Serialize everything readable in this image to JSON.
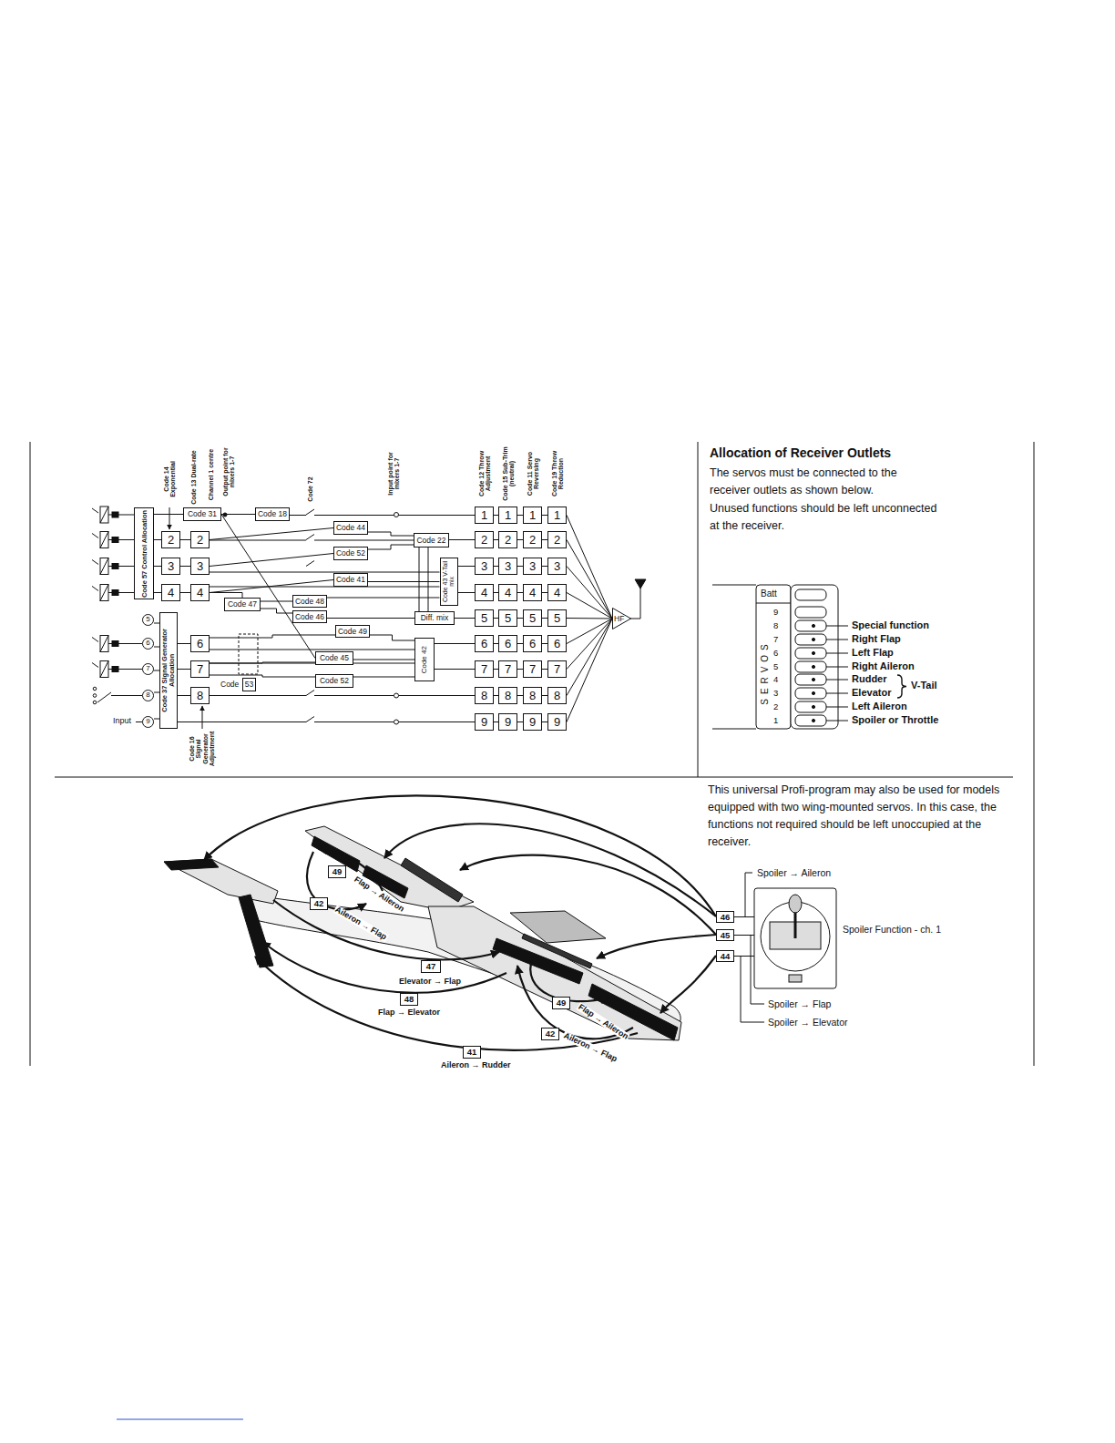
{
  "diagram": {
    "nodes": [
      {
        "text": [
          "Code 57 Control Allocation"
        ]
      },
      {
        "text": [
          "2"
        ]
      },
      {
        "text": [
          "3"
        ]
      },
      {
        "text": [
          "4"
        ]
      },
      {
        "text": [
          "Code 31"
        ]
      },
      {
        "text": [
          "2"
        ]
      },
      {
        "text": [
          "3"
        ]
      },
      {
        "text": [
          "4"
        ]
      },
      {
        "text": [
          "Code 37 Signal Generator Allocation"
        ]
      },
      {
        "text": [
          "6"
        ]
      },
      {
        "text": [
          "7"
        ]
      },
      {
        "text": [
          "8"
        ]
      },
      {
        "text": [
          "5"
        ]
      },
      {
        "text": [
          "6"
        ]
      },
      {
        "text": [
          "7"
        ]
      },
      {
        "text": [
          "8"
        ]
      },
      {
        "text": [
          "9"
        ]
      },
      {
        "text": [
          "Code 18"
        ]
      },
      {
        "text": [
          "Code 44"
        ]
      },
      {
        "text": [
          "Code 52"
        ]
      },
      {
        "text": [
          "Code 41"
        ]
      },
      {
        "text": [
          "Code 47"
        ]
      },
      {
        "text": [
          "Code 48"
        ]
      },
      {
        "text": [
          "Code 46"
        ]
      },
      {
        "text": [
          "Code 49"
        ]
      },
      {
        "text": [
          "Code 45"
        ]
      },
      {
        "text": [
          "Code 52"
        ]
      },
      {
        "text": [
          "53"
        ]
      },
      {
        "text": [
          "Code 22"
        ]
      },
      {
        "text": [
          "Code 43 V-Tail mix"
        ]
      },
      {
        "text": [
          "Diff. mix"
        ]
      },
      {
        "text": [
          "Code 42"
        ]
      },
      {
        "text": [
          "1"
        ]
      },
      {
        "text": [
          "2"
        ]
      },
      {
        "text": [
          "3"
        ]
      },
      {
        "text": [
          "4"
        ]
      },
      {
        "text": [
          "5"
        ]
      },
      {
        "text": [
          "6"
        ]
      },
      {
        "text": [
          "7"
        ]
      },
      {
        "text": [
          "8"
        ]
      },
      {
        "text": [
          "9"
        ]
      },
      {
        "text": [
          "1"
        ]
      },
      {
        "text": [
          "2"
        ]
      },
      {
        "text": [
          "3"
        ]
      },
      {
        "text": [
          "4"
        ]
      },
      {
        "text": [
          "5"
        ]
      },
      {
        "text": [
          "6"
        ]
      },
      {
        "text": [
          "7"
        ]
      },
      {
        "text": [
          "8"
        ]
      },
      {
        "text": [
          "9"
        ]
      },
      {
        "text": [
          "1"
        ]
      },
      {
        "text": [
          "2"
        ]
      },
      {
        "text": [
          "3"
        ]
      },
      {
        "text": [
          "4"
        ]
      },
      {
        "text": [
          "5"
        ]
      },
      {
        "text": [
          "6"
        ]
      },
      {
        "text": [
          "7"
        ]
      },
      {
        "text": [
          "8"
        ]
      },
      {
        "text": [
          "9"
        ]
      },
      {
        "text": [
          "1"
        ]
      },
      {
        "text": [
          "2"
        ]
      },
      {
        "text": [
          "3"
        ]
      },
      {
        "text": [
          "4"
        ]
      },
      {
        "text": [
          "5"
        ]
      },
      {
        "text": [
          "6"
        ]
      },
      {
        "text": [
          "7"
        ]
      },
      {
        "text": [
          "8"
        ]
      },
      {
        "text": [
          "9"
        ]
      },
      {
        "text": [
          "HF"
        ]
      },
      {
        "text": [
          "49"
        ]
      },
      {
        "text": [
          "42"
        ]
      },
      {
        "text": [
          "49"
        ]
      },
      {
        "text": [
          "42"
        ]
      },
      {
        "text": [
          "47"
        ]
      },
      {
        "text": [
          "48"
        ]
      },
      {
        "text": [
          "41"
        ]
      },
      {
        "text": [
          "46"
        ]
      },
      {
        "text": [
          "45"
        ]
      },
      {
        "text": [
          "44"
        ]
      }
    ],
    "edges": [
      {
        "from": 0,
        "to": 1,
        "arrow": "none"
      },
      {
        "from": 0,
        "to": 2,
        "arrow": "none"
      },
      {
        "from": 0,
        "to": 3,
        "arrow": "none"
      },
      {
        "from": 0,
        "to": 4,
        "arrow": "none"
      },
      {
        "from": 1,
        "to": 5,
        "arrow": "none"
      },
      {
        "from": 2,
        "to": 6,
        "arrow": "none"
      },
      {
        "from": 3,
        "to": 7,
        "arrow": "none"
      },
      {
        "from": 4,
        "to": 17,
        "arrow": "none"
      },
      {
        "from": 17,
        "to": 32,
        "arrow": "none"
      },
      {
        "from": 4,
        "to": 25,
        "arrow": "none"
      },
      {
        "from": 5,
        "to": 18,
        "arrow": "none"
      },
      {
        "from": 6,
        "to": 19,
        "arrow": "none"
      },
      {
        "from": 7,
        "to": 20,
        "arrow": "none"
      },
      {
        "from": 7,
        "to": 21,
        "arrow": "none"
      },
      {
        "from": 21,
        "to": 22,
        "arrow": "none"
      },
      {
        "from": 21,
        "to": 23,
        "arrow": "none"
      },
      {
        "from": 22,
        "to": 29,
        "arrow": "none"
      },
      {
        "from": 23,
        "to": 30,
        "arrow": "none"
      },
      {
        "from": 18,
        "to": 28,
        "arrow": "none"
      },
      {
        "from": 19,
        "to": 28,
        "arrow": "none"
      },
      {
        "from": 20,
        "to": 29,
        "arrow": "none"
      },
      {
        "from": 24,
        "to": 31,
        "arrow": "none"
      },
      {
        "from": 25,
        "to": 31,
        "arrow": "none"
      },
      {
        "from": 26,
        "to": 31,
        "arrow": "none"
      },
      {
        "from": 5,
        "to": 28,
        "arrow": "none"
      },
      {
        "from": 6,
        "to": 29,
        "arrow": "none"
      },
      {
        "from": 7,
        "to": 29,
        "arrow": "none"
      },
      {
        "from": 28,
        "to": 33,
        "arrow": "none"
      },
      {
        "from": 29,
        "to": 34,
        "arrow": "none"
      },
      {
        "from": 29,
        "to": 35,
        "arrow": "none"
      },
      {
        "from": 30,
        "to": 36,
        "arrow": "none"
      },
      {
        "from": 31,
        "to": 37,
        "arrow": "none"
      },
      {
        "from": 31,
        "to": 38,
        "arrow": "none"
      },
      {
        "from": 8,
        "to": 9,
        "arrow": "none"
      },
      {
        "from": 8,
        "to": 10,
        "arrow": "none"
      },
      {
        "from": 8,
        "to": 11,
        "arrow": "none"
      },
      {
        "from": 8,
        "to": 40,
        "arrow": "none"
      },
      {
        "from": 12,
        "to": 8,
        "arrow": "none"
      },
      {
        "from": 13,
        "to": 8,
        "arrow": "none"
      },
      {
        "from": 14,
        "to": 8,
        "arrow": "none"
      },
      {
        "from": 15,
        "to": 8,
        "arrow": "none"
      },
      {
        "from": 16,
        "to": 8,
        "arrow": "none"
      },
      {
        "from": 11,
        "to": 39,
        "arrow": "none"
      },
      {
        "from": 9,
        "to": 31,
        "arrow": "none"
      },
      {
        "from": 10,
        "to": 31,
        "arrow": "none"
      },
      {
        "from": 9,
        "to": 24,
        "arrow": "none"
      },
      {
        "from": 10,
        "to": 25,
        "arrow": "none"
      },
      {
        "from": 10,
        "to": 26,
        "arrow": "none"
      },
      {
        "from": 32,
        "to": 41,
        "arrow": "none"
      },
      {
        "from": 41,
        "to": 50,
        "arrow": "none"
      },
      {
        "from": 50,
        "to": 59,
        "arrow": "none"
      },
      {
        "from": 59,
        "to": 68,
        "arrow": "none"
      },
      {
        "from": 33,
        "to": 42,
        "arrow": "none"
      },
      {
        "from": 42,
        "to": 51,
        "arrow": "none"
      },
      {
        "from": 51,
        "to": 60,
        "arrow": "none"
      },
      {
        "from": 60,
        "to": 68,
        "arrow": "none"
      },
      {
        "from": 34,
        "to": 43,
        "arrow": "none"
      },
      {
        "from": 43,
        "to": 52,
        "arrow": "none"
      },
      {
        "from": 52,
        "to": 61,
        "arrow": "none"
      },
      {
        "from": 61,
        "to": 68,
        "arrow": "none"
      },
      {
        "from": 35,
        "to": 44,
        "arrow": "none"
      },
      {
        "from": 44,
        "to": 53,
        "arrow": "none"
      },
      {
        "from": 53,
        "to": 62,
        "arrow": "none"
      },
      {
        "from": 62,
        "to": 68,
        "arrow": "none"
      },
      {
        "from": 36,
        "to": 45,
        "arrow": "none"
      },
      {
        "from": 45,
        "to": 54,
        "arrow": "none"
      },
      {
        "from": 54,
        "to": 63,
        "arrow": "none"
      },
      {
        "from": 63,
        "to": 68,
        "arrow": "none"
      },
      {
        "from": 37,
        "to": 46,
        "arrow": "none"
      },
      {
        "from": 46,
        "to": 55,
        "arrow": "none"
      },
      {
        "from": 55,
        "to": 64,
        "arrow": "none"
      },
      {
        "from": 64,
        "to": 68,
        "arrow": "none"
      },
      {
        "from": 38,
        "to": 47,
        "arrow": "none"
      },
      {
        "from": 47,
        "to": 56,
        "arrow": "none"
      },
      {
        "from": 56,
        "to": 65,
        "arrow": "none"
      },
      {
        "from": 65,
        "to": 68,
        "arrow": "none"
      },
      {
        "from": 39,
        "to": 48,
        "arrow": "none"
      },
      {
        "from": 48,
        "to": 57,
        "arrow": "none"
      },
      {
        "from": 57,
        "to": 66,
        "arrow": "none"
      },
      {
        "from": 66,
        "to": 68,
        "arrow": "none"
      },
      {
        "from": 40,
        "to": 49,
        "arrow": "none"
      },
      {
        "from": 49,
        "to": 58,
        "arrow": "none"
      },
      {
        "from": 58,
        "to": 67,
        "arrow": "none"
      },
      {
        "from": 67,
        "to": 68,
        "arrow": "none"
      }
    ],
    "labels": [
      "Code 14 Exponential",
      "Code 13 Dual-rate",
      "Channel 1 centre",
      "Output point for mixers 1-7",
      "Code 72",
      "Input point for mixers 1-7",
      "Code 12 Throw Adjustment",
      "Code 15 Sub-Trim (neutral)",
      "Code 11 Servo Reversing",
      "Code 19 Throw Reduction",
      "Code",
      "Input",
      "Code 16 Signal Generator Adjustment",
      "Allocation of Receiver Outlets",
      "The servos must be connected to the receiver outlets as shown below.",
      "Unused functions should be left unconnected at the receiver.",
      "Batt",
      "SERVOS",
      "9",
      "8",
      "7",
      "6",
      "5",
      "4",
      "3",
      "2",
      "1",
      "Special function",
      "Right Flap",
      "Left Flap",
      "Right Aileron",
      "Rudder",
      "Elevator",
      "Left Aileron",
      "Spoiler or Throttle",
      "V-Tail",
      "This universal Profi-program may also be used for models equipped with two wing-mounted servos. In this case, the functions not required should be left unoccupied at the receiver.",
      "Flap → Aileron",
      "Aileron → Flap",
      "Elevator → Flap",
      "Flap → Elevator",
      "Flap → Aileron",
      "Aileron → Flap",
      "Aileron → Rudder",
      "Spoiler → Aileron",
      "Spoiler Function - ch. 1",
      "Spoiler → Flap",
      "Spoiler → Elevator"
    ]
  }
}
